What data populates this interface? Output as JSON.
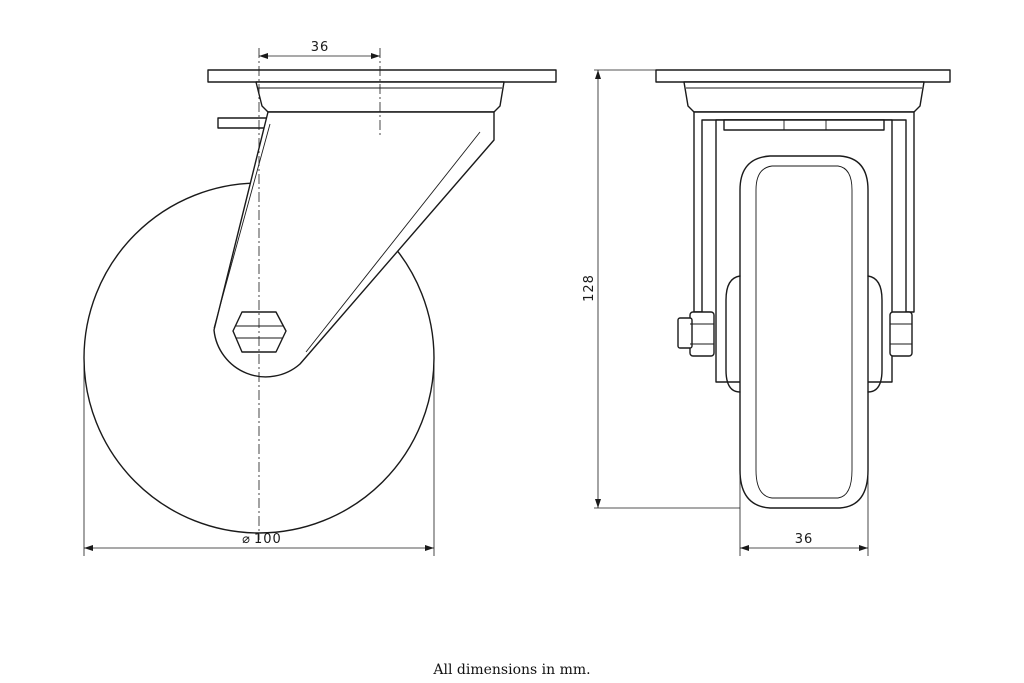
{
  "dimensions": {
    "side_offset": "36",
    "wheel_diameter": "100",
    "diameter_symbol": "⌀",
    "total_height": "128",
    "wheel_width": "36"
  },
  "footer": {
    "note": "All dimensions in mm."
  },
  "colors": {
    "line": "#1a1a1a",
    "background": "#ffffff"
  }
}
